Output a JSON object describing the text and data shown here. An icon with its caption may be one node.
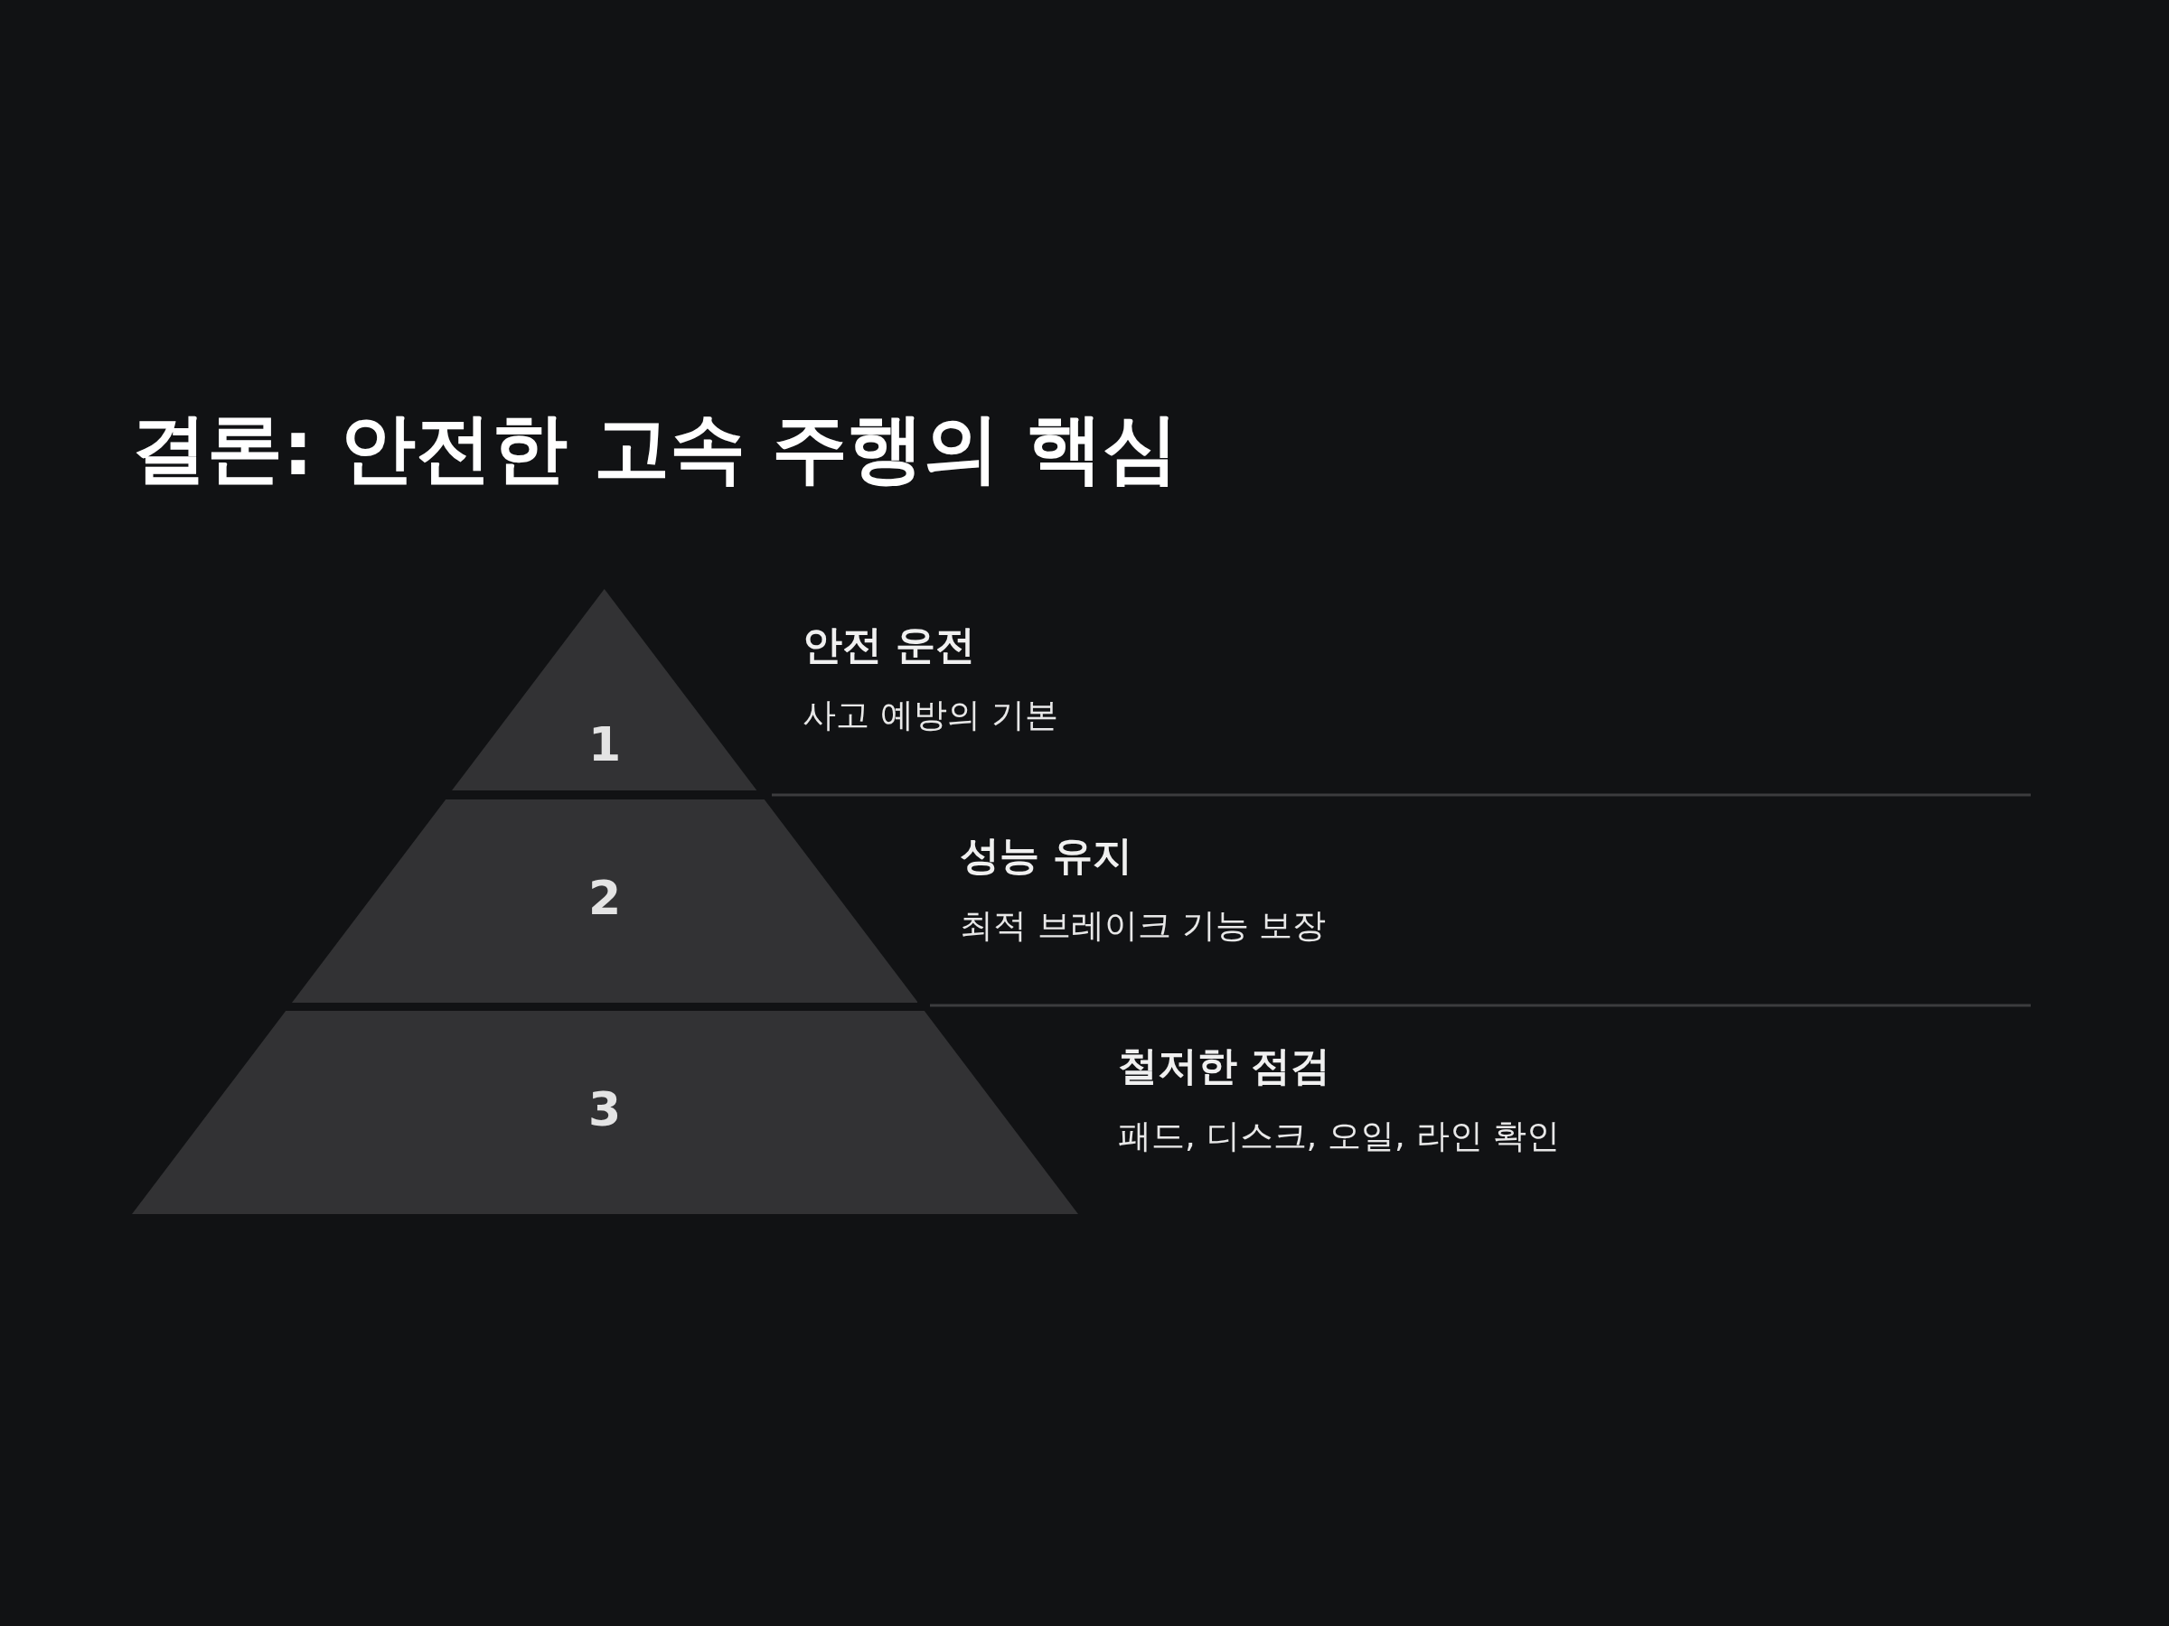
{
  "diagram": {
    "title": "결론: 안전한 고속 주행의 핵심",
    "nodes": [
      {
        "text": [
          "1"
        ],
        "beside": [
          "안전 운전",
          "사고 예방의 기본"
        ]
      },
      {
        "text": [
          "2"
        ],
        "beside": [
          "성능 유지",
          "최적 브레이크 기능 보장"
        ]
      },
      {
        "text": [
          "3"
        ],
        "beside": [
          "철저한 점검",
          "패드, 디스크, 오일, 라인 확인"
        ]
      }
    ]
  }
}
